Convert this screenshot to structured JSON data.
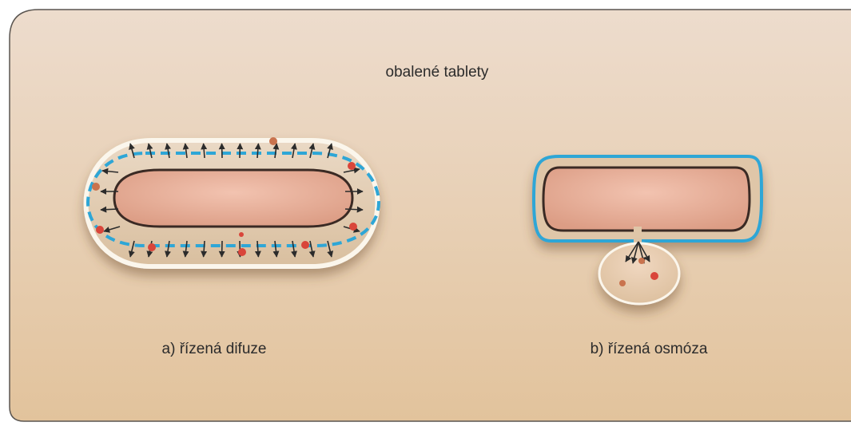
{
  "diagram": {
    "title": "obalené tablety",
    "panels": [
      {
        "label": "a) řízená difuze"
      },
      {
        "label": "b) řízená osmóza"
      }
    ]
  },
  "colors": {
    "background_top": "#eddccd",
    "background_bottom": "#e2c39c",
    "core": "#e6ad98",
    "coating": "#f8f2e6",
    "membrane": "#2ea6d6",
    "drug_particle": "#d9453a",
    "arrow": "#2b2b2b"
  }
}
